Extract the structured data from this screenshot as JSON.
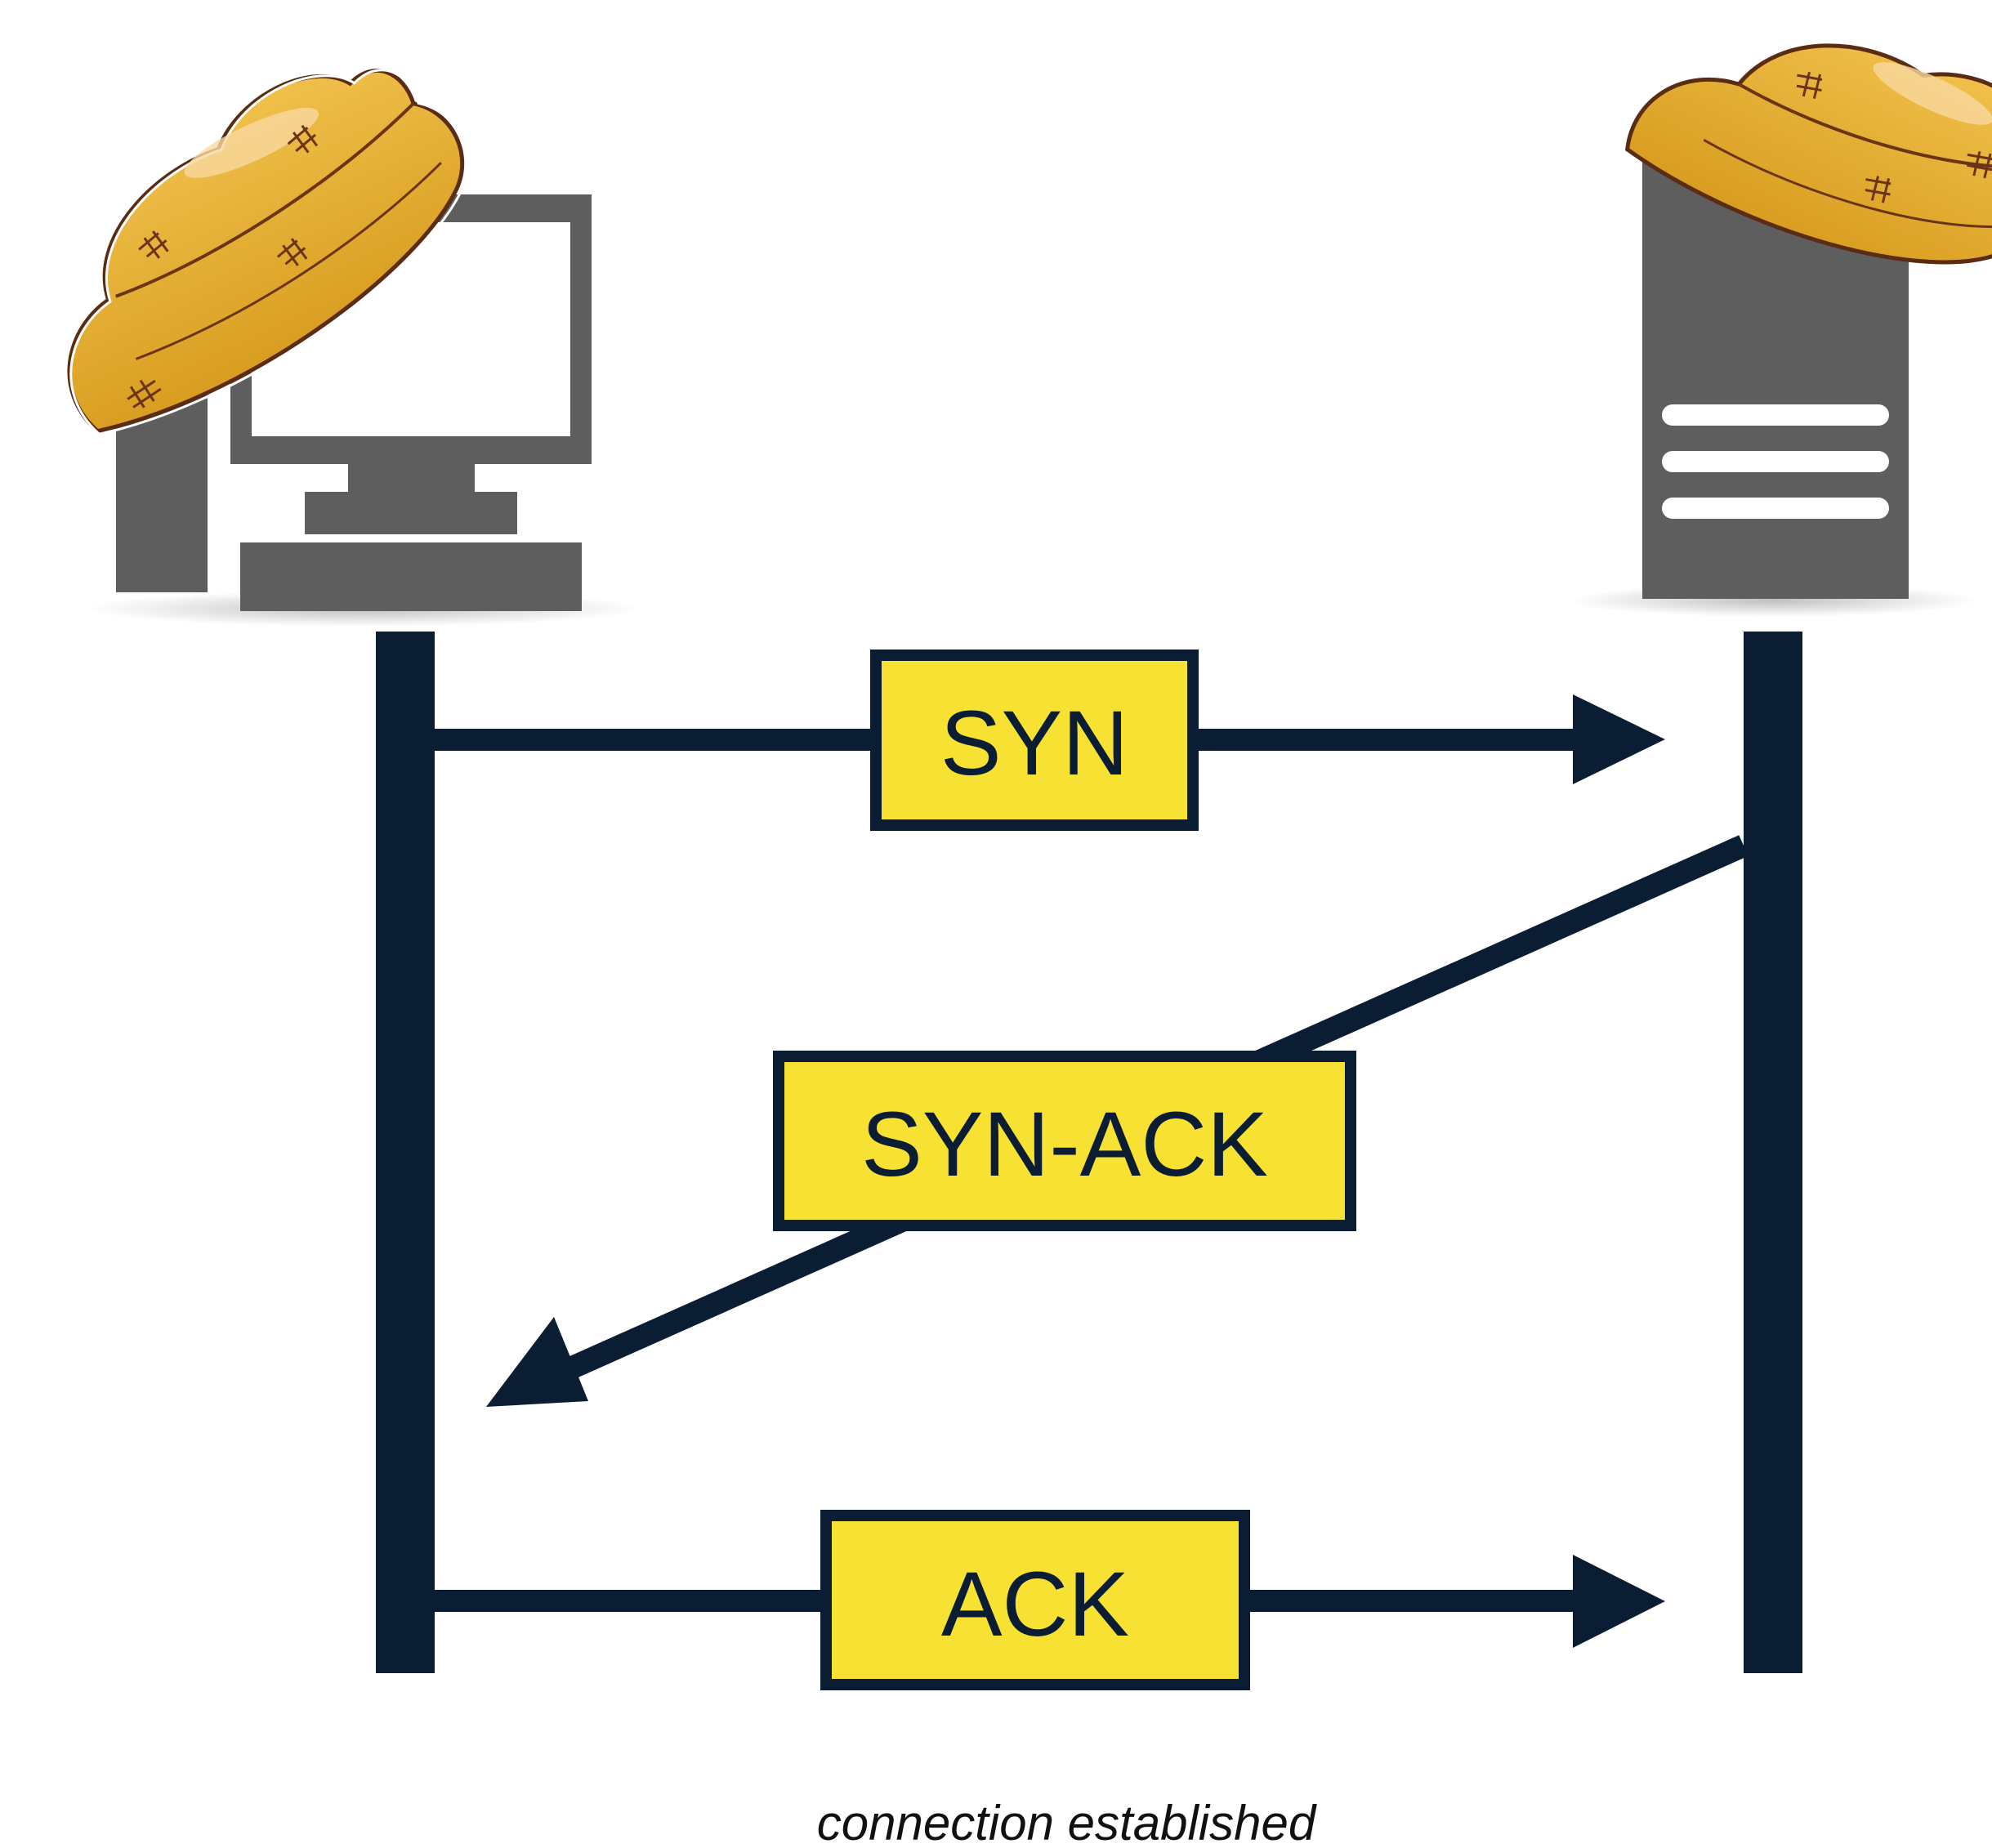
{
  "diagram": {
    "messages": {
      "syn": "SYN",
      "syn_ack": "SYN-ACK",
      "ack": "ACK"
    },
    "caption": "connection established"
  },
  "colors": {
    "lifeline": "#0b1d33",
    "label_fill": "#f7e132",
    "device_gray": "#5e5e5e",
    "hat": "#e0aa2b"
  },
  "icons": {
    "client": "desktop-computer-icon",
    "server": "server-tower-icon",
    "hat": "straw-hat-icon"
  }
}
